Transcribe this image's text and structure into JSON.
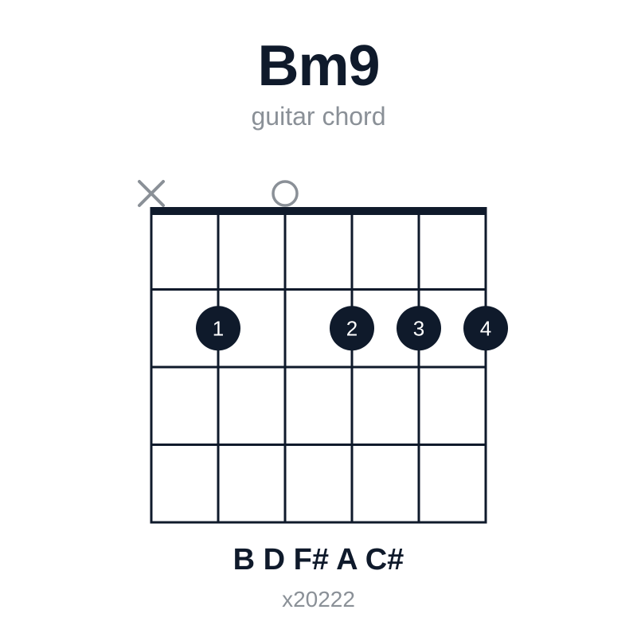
{
  "chord": {
    "name": "Bm9",
    "subtitle": "guitar chord",
    "notes": "B D F# A C#",
    "fingering_code": "x20222"
  },
  "diagram": {
    "strings": 6,
    "frets": 4,
    "string_markers": [
      "x",
      "",
      "o",
      "",
      "",
      ""
    ],
    "dots": [
      {
        "string": 2,
        "fret": 2,
        "finger": "1"
      },
      {
        "string": 4,
        "fret": 2,
        "finger": "2"
      },
      {
        "string": 5,
        "fret": 2,
        "finger": "3"
      },
      {
        "string": 6,
        "fret": 2,
        "finger": "4"
      }
    ]
  },
  "colors": {
    "primary": "#0f1a2b",
    "muted": "#8a9097",
    "background": "#ffffff",
    "dot_text": "#ffffff"
  }
}
